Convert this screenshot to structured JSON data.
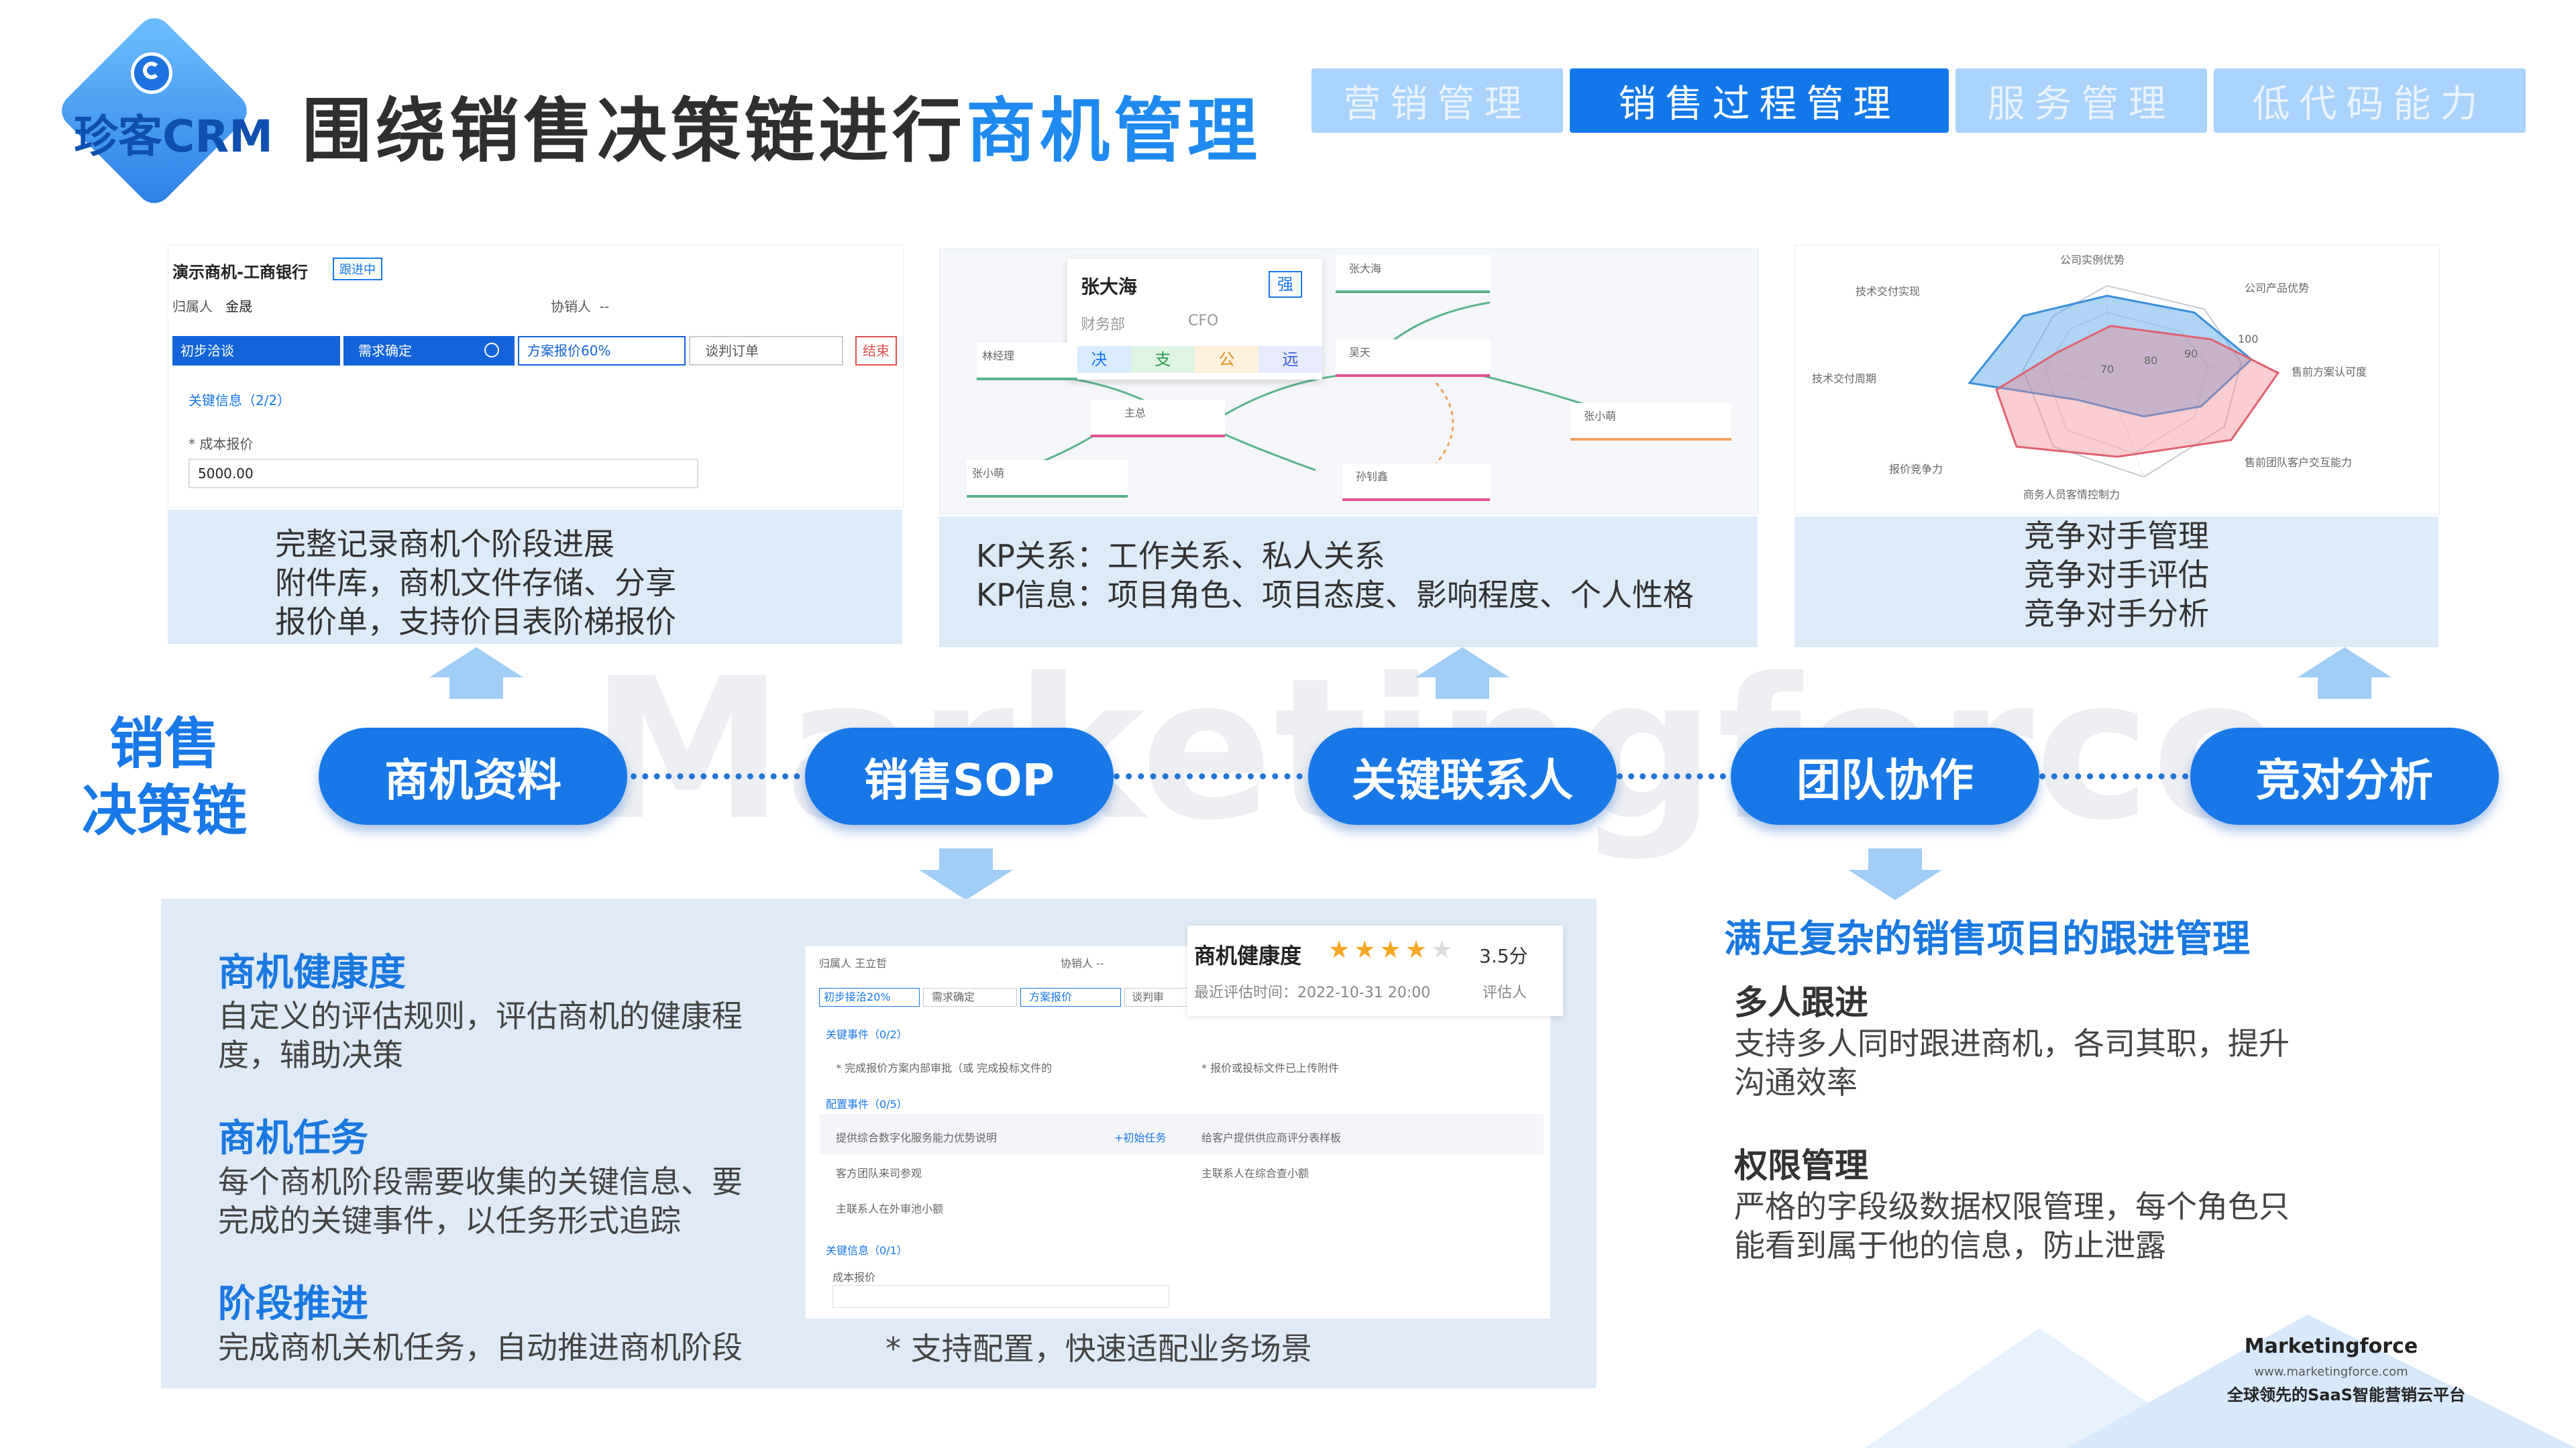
{
  "header": {
    "logo_text": "珍客CRM",
    "title_main": "围绕销售决策链进行",
    "title_highlight": "商机管理",
    "tabs": [
      {
        "label": "营销管理",
        "active": false
      },
      {
        "label": "销售过程管理",
        "active": true
      },
      {
        "label": "服务管理",
        "active": false
      },
      {
        "label": "低代码能力",
        "active": false
      }
    ]
  },
  "watermark": "Marketingforce",
  "chain": {
    "side_title_line1": "销售",
    "side_title_line2": "决策链",
    "nodes": [
      "商机资料",
      "销售SOP",
      "关键联系人",
      "团队协作",
      "竞对分析"
    ]
  },
  "panel1": {
    "shot": {
      "title": "演示商机-工商银行",
      "badge": "跟进中",
      "owner_label": "归属人",
      "owner": "金晟",
      "collab_label": "协销人",
      "collab": "--",
      "stages": [
        "初步洽谈",
        "需求确定",
        "方案报价60%",
        "谈判订单",
        "结束"
      ],
      "section": "关键信息（2/2）",
      "field_label": "* 成本报价",
      "field_value": "5000.00"
    },
    "caption": [
      "完整记录商机个阶段进展",
      "附件库，商机文件存储、分享",
      "报价单，支持价目表阶梯报价"
    ]
  },
  "panel2": {
    "shot": {
      "card_name": "张大海",
      "card_tag": "强",
      "card_dept": "财务部",
      "card_role": "CFO",
      "card_cells": [
        "决",
        "支",
        "公",
        "远"
      ],
      "nodes": [
        "林经理",
        "主总",
        "张小萌",
        "吴天",
        "张小萌",
        "孙钊鑫",
        "张大海"
      ]
    },
    "caption": [
      "KP关系：工作关系、私人关系",
      "KP信息：项目角色、项目态度、影响程度、个人性格"
    ]
  },
  "panel3": {
    "radar_labels": [
      "公司实例优势",
      "公司产品优势",
      "售前方案认可度",
      "售前团队客户交互能力",
      "商务人员客情控制力",
      "报价竞争力",
      "技术交付周期",
      "技术交付实现"
    ],
    "radar_ticks": [
      "70",
      "80",
      "90",
      "100"
    ],
    "caption": [
      "竞争对手管理",
      "竞争对手评估",
      "竞争对手分析"
    ]
  },
  "bottom_left": {
    "items": [
      {
        "title": "商机健康度",
        "text1": "自定义的评估规则，评估商机的健康程",
        "text2": "度，辅助决策"
      },
      {
        "title": "商机任务",
        "text1": "每个商机阶段需要收集的关键信息、要",
        "text2": "完成的关键事件，以任务形式追踪"
      },
      {
        "title": "阶段推进",
        "text1": "完成商机关机任务，自动推进商机阶段",
        "text2": ""
      }
    ],
    "note": "* 支持配置，快速适配业务场景",
    "shot": {
      "owner_label": "归属人",
      "owner": "王立哲",
      "collab_label": "协销人",
      "collab": "--",
      "health_title": "商机健康度",
      "rating": 3.5,
      "score": "3.5分",
      "eval_time": "最近评估时间：2022-10-31 20:00",
      "eval_person": "评估人",
      "stages": [
        "初步接洽20%",
        "需求确定",
        "方案报价",
        "谈判审"
      ],
      "sec1": "关键事件（0/2）",
      "sec1_items": [
        "* 完成报价方案内部审批（或 完成投标文件的",
        "* 报价或投标文件已上传附件"
      ],
      "sec2": "配置事件（0/5）",
      "sec2_items": [
        "提供综合数字化服务能力优势说明",
        "+初始任务",
        "给客户提供供应商评分表样板",
        "客方团队来司参观",
        "主联系人在综合查小额",
        "主联系人在外审池小额"
      ],
      "sec3": "关键信息（0/1）",
      "field_label": "成本报价"
    }
  },
  "bottom_right": {
    "heading": "满足复杂的销售项目的跟进管理",
    "blocks": [
      {
        "title": "多人跟进",
        "text1": "支持多人同时跟进商机，各司其职，提升",
        "text2": "沟通效率"
      },
      {
        "title": "权限管理",
        "text1": "严格的字段级数据权限管理，每个角色只",
        "text2": "能看到属于他的信息，防止泄露"
      }
    ]
  },
  "footer": {
    "brand": "Marketingforce",
    "url": "www.marketingforce.com",
    "slogan": "全球领先的SaaS智能营销云平台"
  },
  "colors": {
    "primary": "#1878e8",
    "light": "#ddeaf8",
    "tab_inactive": "#a9d3fb"
  }
}
